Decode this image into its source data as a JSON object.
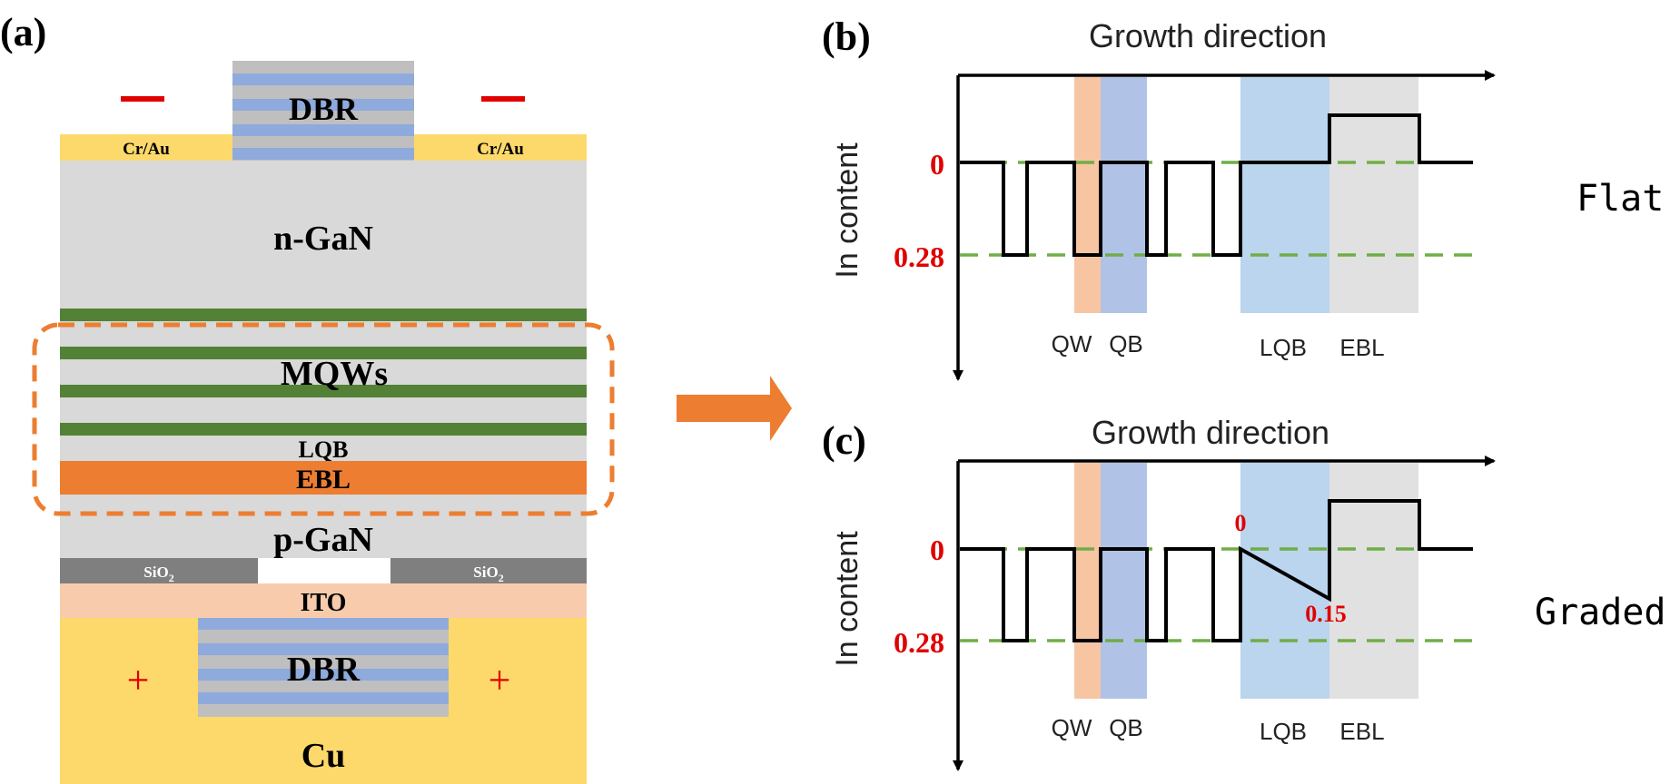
{
  "panel_a": {
    "label": "(a)",
    "top_dbr": "DBR",
    "minus_symbol": "—",
    "contact_left": "Cr/Au",
    "contact_right": "Cr/Au",
    "n_gan": "n-GaN",
    "mqws": "MQWs",
    "lqb": "LQB",
    "ebl": "EBL",
    "p_gan": "p-GaN",
    "sio2_left": "SiO",
    "sio2_right": "SiO",
    "sio2_subscript": "2",
    "ito": "ITO",
    "bottom_dbr": "DBR",
    "plus_symbol": "+",
    "cu": "Cu"
  },
  "panel_b": {
    "label": "(b)",
    "axis_title": "Growth direction",
    "y_label": "In content",
    "tick_top": "0",
    "tick_bottom": "0.28",
    "region_labels": [
      "QW",
      "QB",
      "LQB",
      "EBL"
    ],
    "side_label": "Flat"
  },
  "panel_c": {
    "label": "(c)",
    "axis_title": "Growth direction",
    "y_label": "In content",
    "tick_top": "0",
    "tick_bottom": "0.28",
    "annotation_start": "0",
    "annotation_end": "0.15",
    "region_labels": [
      "QW",
      "QB",
      "LQB",
      "EBL"
    ],
    "side_label": "Graded"
  },
  "colors": {
    "gold": "#FDD96B",
    "gray": "#D9D9D9",
    "dark_gray": "#7F7F7F",
    "dbr_blue": "#8FAADC",
    "dbr_gray": "#BFBFBF",
    "green": "#538135",
    "orange": "#ED7D31",
    "ito": "#F8CBAD",
    "red": "#E00000",
    "dashed_green": "#70AD47",
    "qw_fill": "#F4B183",
    "qb_fill": "#8FAADC",
    "lqb_fill": "#9DC3E6",
    "ebl_fill": "#D9D9D9"
  }
}
